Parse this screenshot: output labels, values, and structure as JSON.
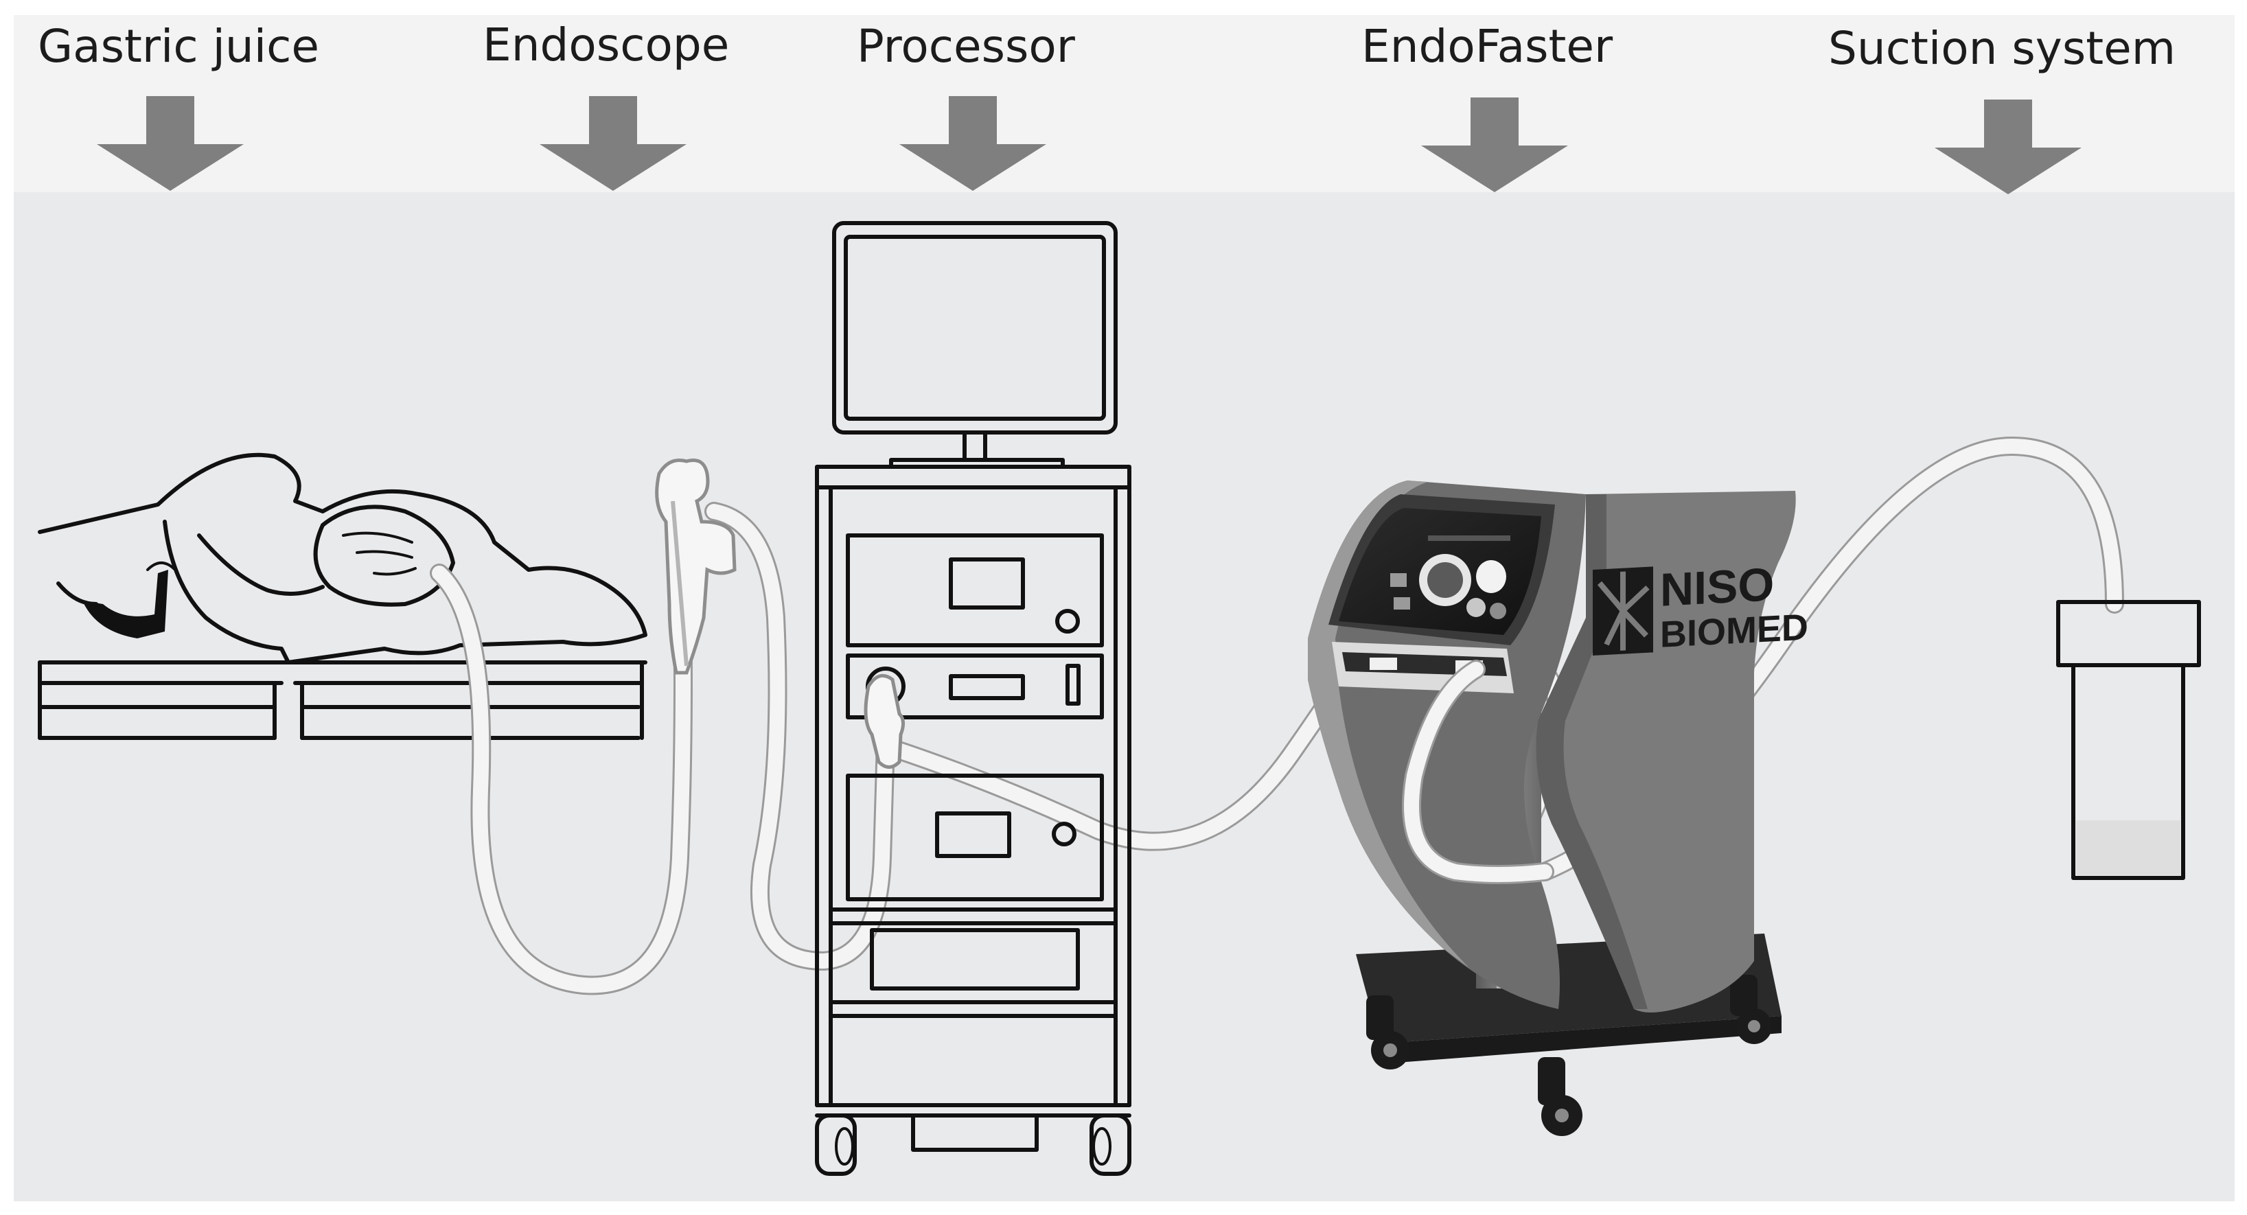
{
  "labels": {
    "gastric_juice": "Gastric juice",
    "endoscope": "Endoscope",
    "processor": "Processor",
    "endofaster": "EndoFaster",
    "suction_system": "Suction system"
  },
  "logo": {
    "line1": "NISO",
    "line2": "BIOMED"
  },
  "colors": {
    "header_bg": "#f3f3f3",
    "panel_bg": "#e9eaec",
    "arrow": "#7f7f7f",
    "device_gray": "#7b7b7b",
    "device_dark": "#3b3b3b"
  }
}
